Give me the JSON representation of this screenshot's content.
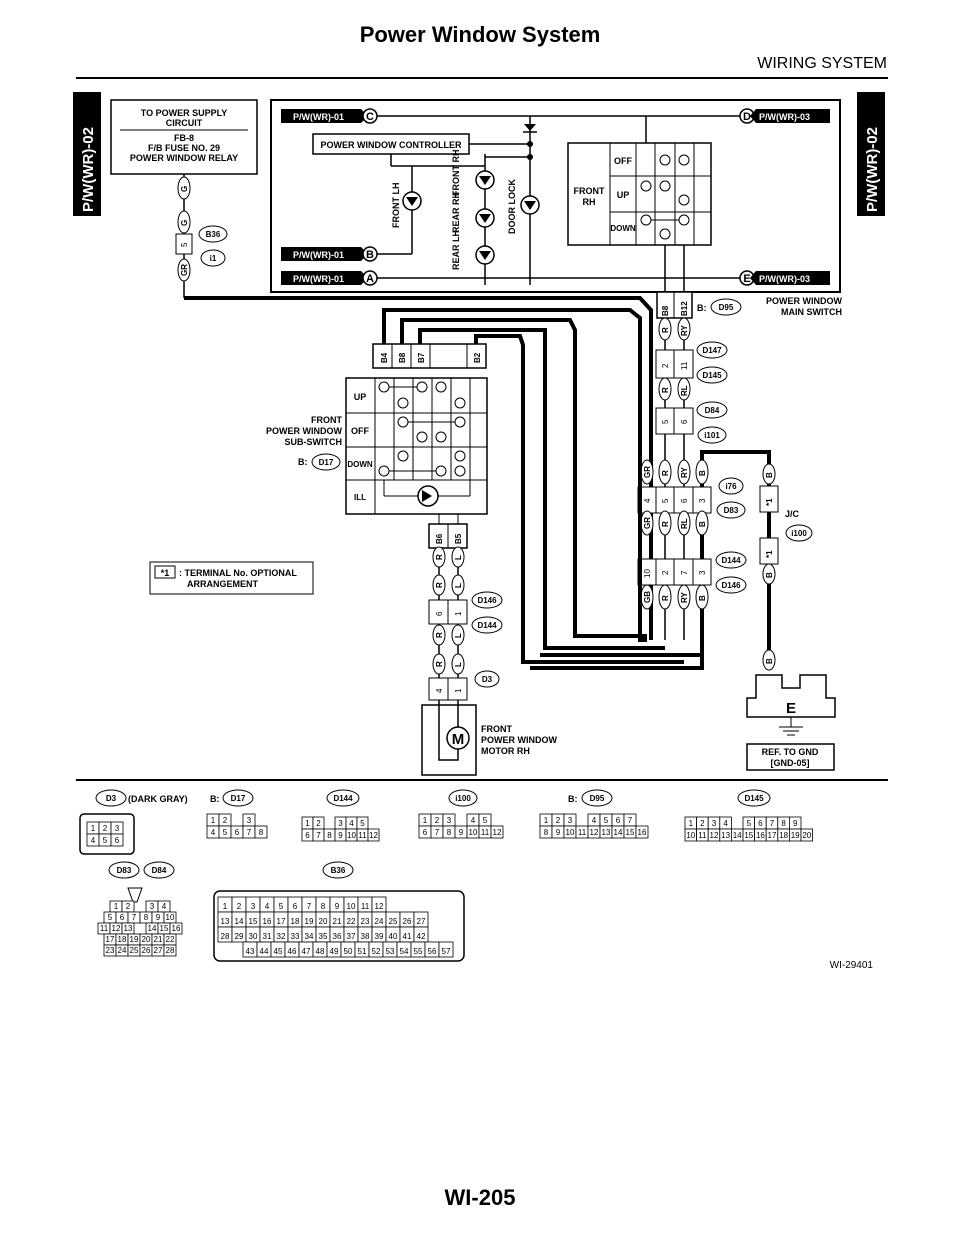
{
  "page": {
    "title": "Power Window System",
    "section": "WIRING SYSTEM",
    "page_number": "WI-205",
    "figure_id": "WI-29401"
  },
  "side_tabs": {
    "left": "P/W(WR)-02",
    "right": "P/W(WR)-02"
  },
  "supply_box": [
    "TO POWER SUPPLY",
    "CIRCUIT",
    "FB-8",
    "F/B FUSE NO. 29",
    "POWER WINDOW RELAY"
  ],
  "refs": {
    "c": "P/W(WR)-01",
    "c_letter": "C",
    "b": "P/W(WR)-01",
    "b_letter": "B",
    "a": "P/W(WR)-01",
    "a_letter": "A",
    "d": "P/W(WR)-03",
    "d_letter": "D",
    "e": "P/W(WR)-03",
    "e_letter": "E"
  },
  "main_switch": {
    "controller": "POWER WINDOW CONTROLLER",
    "lamps": [
      "FRONT LH",
      "FRONT RH",
      "REAR RH",
      "REAR LH",
      "DOOR LOCK"
    ],
    "front_rh": [
      "FRONT",
      "RH"
    ],
    "positions": [
      "OFF",
      "UP",
      "DOWN"
    ],
    "connector_prefix": "B:",
    "connector": "D95",
    "name": [
      "POWER WINDOW",
      "MAIN SWITCH"
    ],
    "pins": [
      "B8",
      "B12"
    ]
  },
  "sub_switch": {
    "name": [
      "FRONT",
      "POWER WINDOW",
      "SUB-SWITCH"
    ],
    "connector_prefix": "B:",
    "connector": "D17",
    "positions": [
      "UP",
      "OFF",
      "DOWN",
      "ILL"
    ],
    "top_pins": [
      "B4",
      "B8",
      "B7",
      "B2"
    ],
    "bottom_pins": [
      "B6",
      "B5"
    ]
  },
  "left_harness": {
    "wire_colors": [
      "G",
      "G",
      "GR"
    ],
    "pin": "5",
    "connectors": [
      "B36",
      "i1"
    ]
  },
  "mid_harness": {
    "wire_colors": [
      "R",
      "L"
    ],
    "pins_1": [
      "6",
      "1"
    ],
    "connectors_1": [
      "D146",
      "D144"
    ],
    "pins_2": [
      "4",
      "1"
    ],
    "connector_2": "D3"
  },
  "right_harness": {
    "colors_1": [
      "R",
      "RY"
    ],
    "pins_1": [
      "2",
      "11"
    ],
    "connectors_1": [
      "D147",
      "D145"
    ],
    "colors_2": [
      "R",
      "RL"
    ],
    "pins_2": [
      "5",
      "6"
    ],
    "connectors_2": [
      "D84",
      "i101"
    ],
    "colors_3": [
      "GR",
      "R",
      "RY",
      "B"
    ],
    "pins_3": [
      "4",
      "5",
      "6",
      "3"
    ],
    "connectors_3": [
      "i76",
      "D83"
    ],
    "colors_4": [
      "GR",
      "R",
      "RL",
      "B"
    ],
    "pins_4": [
      "10",
      "2",
      "7",
      "3"
    ],
    "connectors_4": [
      "D144",
      "D146"
    ],
    "colors_5": [
      "GB",
      "R",
      "RY",
      "B"
    ]
  },
  "jc": {
    "label": "J/C",
    "connector": "i100",
    "star": "*1",
    "wire_color": "B"
  },
  "ground": {
    "letter": "E",
    "ref": [
      "REF. TO GND",
      "[GND-05]"
    ]
  },
  "motor": {
    "symbol": "M",
    "name": [
      "FRONT",
      "POWER WINDOW",
      "MOTOR RH"
    ]
  },
  "note": {
    "key": "*1",
    "text": [
      ": TERMINAL No. OPTIONAL",
      "ARRANGEMENT"
    ]
  },
  "connectors": {
    "d3": {
      "label": "D3",
      "note": "(DARK GRAY)",
      "rows": [
        [
          "1",
          "2",
          "3"
        ],
        [
          "4",
          "5",
          "6"
        ]
      ]
    },
    "d17": {
      "prefix": "B:",
      "label": "D17",
      "rows": [
        [
          "1",
          "2",
          "",
          "3"
        ],
        [
          "4",
          "5",
          "6",
          "7",
          "8"
        ]
      ]
    },
    "d144": {
      "label": "D144",
      "rows": [
        [
          "1",
          "2",
          "",
          "3",
          "4",
          "5"
        ],
        [
          "6",
          "7",
          "8",
          "9",
          "10",
          "11",
          "12"
        ]
      ]
    },
    "i100": {
      "label": "i100",
      "rows": [
        [
          "1",
          "2",
          "3",
          "",
          "4",
          "5"
        ],
        [
          "6",
          "7",
          "8",
          "9",
          "10",
          "11",
          "12"
        ]
      ]
    },
    "d95": {
      "prefix": "B:",
      "label": "D95",
      "rows": [
        [
          "1",
          "2",
          "3",
          "",
          "4",
          "5",
          "6",
          "7"
        ],
        [
          "8",
          "9",
          "10",
          "11",
          "12",
          "13",
          "14",
          "15",
          "16"
        ]
      ]
    },
    "d145": {
      "label": "D145",
      "rows": [
        [
          "1",
          "2",
          "3",
          "4",
          "",
          "5",
          "6",
          "7",
          "8",
          "9"
        ],
        [
          "10",
          "11",
          "12",
          "13",
          "14",
          "15",
          "16",
          "17",
          "18",
          "19",
          "20"
        ]
      ]
    },
    "d83": {
      "labels": [
        "D83",
        "D84"
      ],
      "rows": [
        [
          "1",
          "2",
          "",
          "3",
          "4"
        ],
        [
          "5",
          "6",
          "7",
          "8",
          "9",
          "10"
        ],
        [
          "11",
          "12",
          "13",
          "",
          "14",
          "15",
          "16"
        ],
        [
          "17",
          "18",
          "19",
          "20",
          "21",
          "22"
        ],
        [
          "23",
          "24",
          "25",
          "26",
          "27",
          "28"
        ]
      ]
    },
    "b36": {
      "label": "B36",
      "rows": [
        [
          "1",
          "2",
          "3",
          "4",
          "5",
          "6",
          "7",
          "8",
          "9",
          "10",
          "11",
          "12"
        ],
        [
          "13",
          "14",
          "15",
          "16",
          "17",
          "18",
          "19",
          "20",
          "21",
          "22",
          "23",
          "24",
          "25",
          "26",
          "27"
        ],
        [
          "28",
          "29",
          "30",
          "31",
          "32",
          "33",
          "34",
          "35",
          "36",
          "37",
          "38",
          "39",
          "40",
          "41",
          "42"
        ],
        [
          "43",
          "44",
          "45",
          "46",
          "47",
          "48",
          "49",
          "50",
          "51",
          "52",
          "53",
          "54",
          "55",
          "56",
          "57"
        ]
      ]
    }
  }
}
